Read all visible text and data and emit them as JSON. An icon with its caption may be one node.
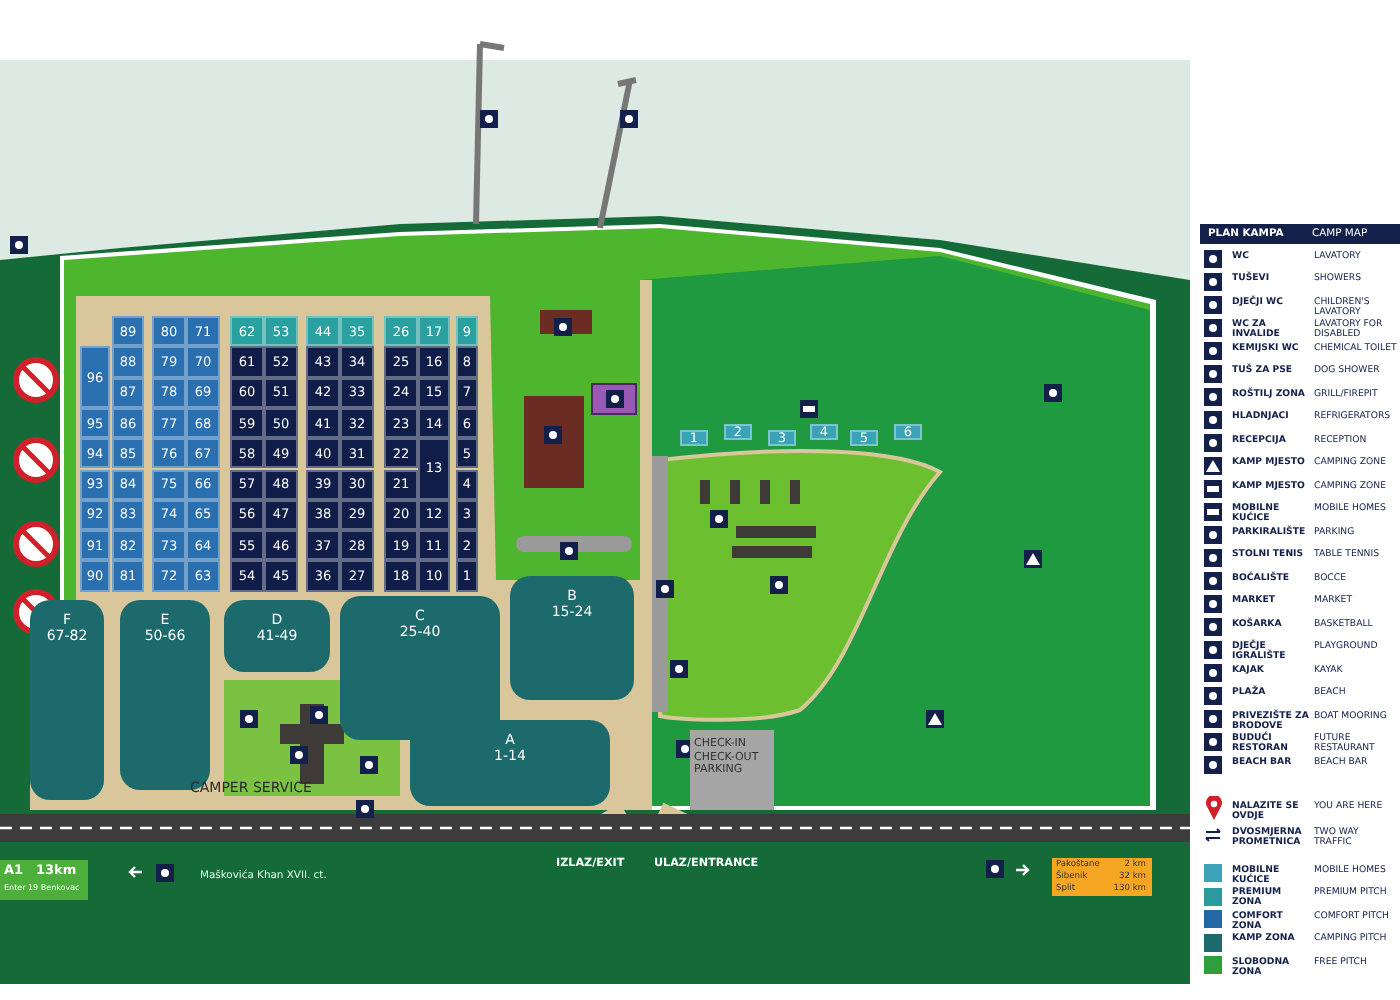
{
  "diagram": {
    "nodes": [
      {
        "text": [
          "F",
          "67-82"
        ]
      },
      {
        "text": [
          "E",
          "50-66"
        ]
      },
      {
        "text": [
          "D",
          "41-49"
        ]
      },
      {
        "text": [
          "C",
          "25-40"
        ]
      },
      {
        "text": [
          "B",
          "15-24"
        ]
      },
      {
        "text": [
          "A",
          "1-14"
        ]
      },
      {
        "text": [
          "CHECK-IN CHECK-OUT PARKING"
        ]
      },
      {
        "text": [
          "96"
        ]
      },
      {
        "text": [
          "95"
        ]
      },
      {
        "text": [
          "94"
        ]
      },
      {
        "text": [
          "93"
        ]
      },
      {
        "text": [
          "92"
        ]
      },
      {
        "text": [
          "91"
        ]
      },
      {
        "text": [
          "90"
        ]
      },
      {
        "text": [
          "89"
        ]
      },
      {
        "text": [
          "88"
        ]
      },
      {
        "text": [
          "87"
        ]
      },
      {
        "text": [
          "86"
        ]
      },
      {
        "text": [
          "85"
        ]
      },
      {
        "text": [
          "84"
        ]
      },
      {
        "text": [
          "83"
        ]
      },
      {
        "text": [
          "82"
        ]
      },
      {
        "text": [
          "81"
        ]
      },
      {
        "text": [
          "80"
        ]
      },
      {
        "text": [
          "79"
        ]
      },
      {
        "text": [
          "78"
        ]
      },
      {
        "text": [
          "77"
        ]
      },
      {
        "text": [
          "76"
        ]
      },
      {
        "text": [
          "75"
        ]
      },
      {
        "text": [
          "74"
        ]
      },
      {
        "text": [
          "73"
        ]
      },
      {
        "text": [
          "72"
        ]
      },
      {
        "text": [
          "71"
        ]
      },
      {
        "text": [
          "70"
        ]
      },
      {
        "text": [
          "69"
        ]
      },
      {
        "text": [
          "68"
        ]
      },
      {
        "text": [
          "67"
        ]
      },
      {
        "text": [
          "66"
        ]
      },
      {
        "text": [
          "65"
        ]
      },
      {
        "text": [
          "64"
        ]
      },
      {
        "text": [
          "63"
        ]
      },
      {
        "text": [
          "62"
        ]
      },
      {
        "text": [
          "61"
        ]
      },
      {
        "text": [
          "60"
        ]
      },
      {
        "text": [
          "59"
        ]
      },
      {
        "text": [
          "58"
        ]
      },
      {
        "text": [
          "57"
        ]
      },
      {
        "text": [
          "56"
        ]
      },
      {
        "text": [
          "55"
        ]
      },
      {
        "text": [
          "54"
        ]
      },
      {
        "text": [
          "53"
        ]
      },
      {
        "text": [
          "52"
        ]
      },
      {
        "text": [
          "51"
        ]
      },
      {
        "text": [
          "50"
        ]
      },
      {
        "text": [
          "49"
        ]
      },
      {
        "text": [
          "48"
        ]
      },
      {
        "text": [
          "47"
        ]
      },
      {
        "text": [
          "46"
        ]
      },
      {
        "text": [
          "45"
        ]
      },
      {
        "text": [
          "44"
        ]
      },
      {
        "text": [
          "43"
        ]
      },
      {
        "text": [
          "42"
        ]
      },
      {
        "text": [
          "41"
        ]
      },
      {
        "text": [
          "40"
        ]
      },
      {
        "text": [
          "39"
        ]
      },
      {
        "text": [
          "38"
        ]
      },
      {
        "text": [
          "37"
        ]
      },
      {
        "text": [
          "36"
        ]
      },
      {
        "text": [
          "35"
        ]
      },
      {
        "text": [
          "34"
        ]
      },
      {
        "text": [
          "33"
        ]
      },
      {
        "text": [
          "32"
        ]
      },
      {
        "text": [
          "31"
        ]
      },
      {
        "text": [
          "30"
        ]
      },
      {
        "text": [
          "29"
        ]
      },
      {
        "text": [
          "28"
        ]
      },
      {
        "text": [
          "27"
        ]
      },
      {
        "text": [
          "26"
        ]
      },
      {
        "text": [
          "25"
        ]
      },
      {
        "text": [
          "24"
        ]
      },
      {
        "text": [
          "23"
        ]
      },
      {
        "text": [
          "22"
        ]
      },
      {
        "text": [
          "21"
        ]
      },
      {
        "text": [
          "20"
        ]
      },
      {
        "text": [
          "19"
        ]
      },
      {
        "text": [
          "18"
        ]
      },
      {
        "text": [
          "17"
        ]
      },
      {
        "text": [
          "16"
        ]
      },
      {
        "text": [
          "15"
        ]
      },
      {
        "text": [
          "14"
        ]
      },
      {
        "text": [
          "13"
        ]
      },
      {
        "text": [
          "12"
        ]
      },
      {
        "text": [
          "11"
        ]
      },
      {
        "text": [
          "10"
        ]
      },
      {
        "text": [
          "9"
        ]
      },
      {
        "text": [
          "8"
        ]
      },
      {
        "text": [
          "7"
        ]
      },
      {
        "text": [
          "6"
        ]
      },
      {
        "text": [
          "5"
        ]
      },
      {
        "text": [
          "4"
        ]
      },
      {
        "text": [
          "3"
        ]
      },
      {
        "text": [
          "2"
        ]
      },
      {
        "text": [
          "1"
        ]
      },
      {
        "text": [
          "1"
        ]
      },
      {
        "text": [
          "2"
        ]
      },
      {
        "text": [
          "3"
        ]
      },
      {
        "text": [
          "4"
        ]
      },
      {
        "text": [
          "5"
        ]
      },
      {
        "text": [
          "6"
        ]
      }
    ],
    "labels": [
      "CAMPER SERVICE",
      "A1",
      "13km",
      "Enter 19 Benkovac",
      "Maškovića Khan XVII. ct.",
      "IZLAZ/EXIT",
      "ULAZ/ENTRANCE",
      "Pakoštane",
      "2 km",
      "Šibenik",
      "32 km",
      "Split",
      "130 km",
      "PLAN KAMPA",
      "CAMP MAP",
      "LAVATORY",
      "SHOWERS",
      "CHILDREN'S LAVATORY",
      "LAVATORY FOR DISABLED",
      "CHEMICAL TOILET",
      "DOG SHOWER",
      "GRILL/FIREPIT",
      "REFRIGERATORS",
      "RECEPTION",
      "CAMPING ZONE",
      "CAMPING ZONE",
      "MOBILE HOMES",
      "PARKING",
      "TABLE TENNIS",
      "BOCCE",
      "MARKET",
      "BASKETBALL",
      "PLAYGROUND",
      "KAYAK",
      "BEACH",
      "BOAT MOORING",
      "FUTURE RESTAURANT",
      "BEACH BAR",
      "YOU ARE HERE",
      "TWO WAY TRAFFIC",
      "MOBILE HOMES",
      "PREMIUM PITCH",
      "COMFORT PITCH",
      "CAMPING PITCH",
      "FREE PITCH"
    ],
    "legend": [
      {
        "text": "WC"
      },
      {
        "text": "TUŠEVI"
      },
      {
        "text": "DJEČJI WC"
      },
      {
        "text": "WC ZA INVALIDE"
      },
      {
        "text": "KEMIJSKI WC"
      },
      {
        "text": "TUŠ ZA PSE"
      },
      {
        "text": "ROŠTILJ ZONA"
      },
      {
        "text": "HLADNJACI"
      },
      {
        "text": "RECEPCIJA"
      },
      {
        "text": "KAMP MJESTO"
      },
      {
        "text": "KAMP MJESTO"
      },
      {
        "text": "MOBILNE KUĆICE"
      },
      {
        "text": "PARKIRALIŠTE"
      },
      {
        "text": "STOLNI TENIS"
      },
      {
        "text": "BOĆALIŠTE"
      },
      {
        "text": "MARKET"
      },
      {
        "text": "KOŠARKA"
      },
      {
        "text": "DJEČJE IGRALIŠTE"
      },
      {
        "text": "KAJAK"
      },
      {
        "text": "PLAŽA"
      },
      {
        "text": "PRIVEZIŠTE ZA BRODOVE"
      },
      {
        "text": "BUDUĆI RESTORAN"
      },
      {
        "text": "BEACH BAR"
      },
      {
        "text": "NALAZITE SE OVDJE"
      },
      {
        "text": "DVOSMJERNA PROMETNICA"
      },
      {
        "text": "MOBILNE KUĆICE",
        "color": "#3aa3b5"
      },
      {
        "text": "PREMIUM ZONA",
        "color": "#2a9a9c"
      },
      {
        "text": "COMFORT ZONA",
        "color": "#2467a6"
      },
      {
        "text": "KAMP ZONA",
        "color": "#1d6a6c"
      },
      {
        "text": "SLOBODNA ZONA",
        "color": "#2e9e3e"
      }
    ]
  }
}
